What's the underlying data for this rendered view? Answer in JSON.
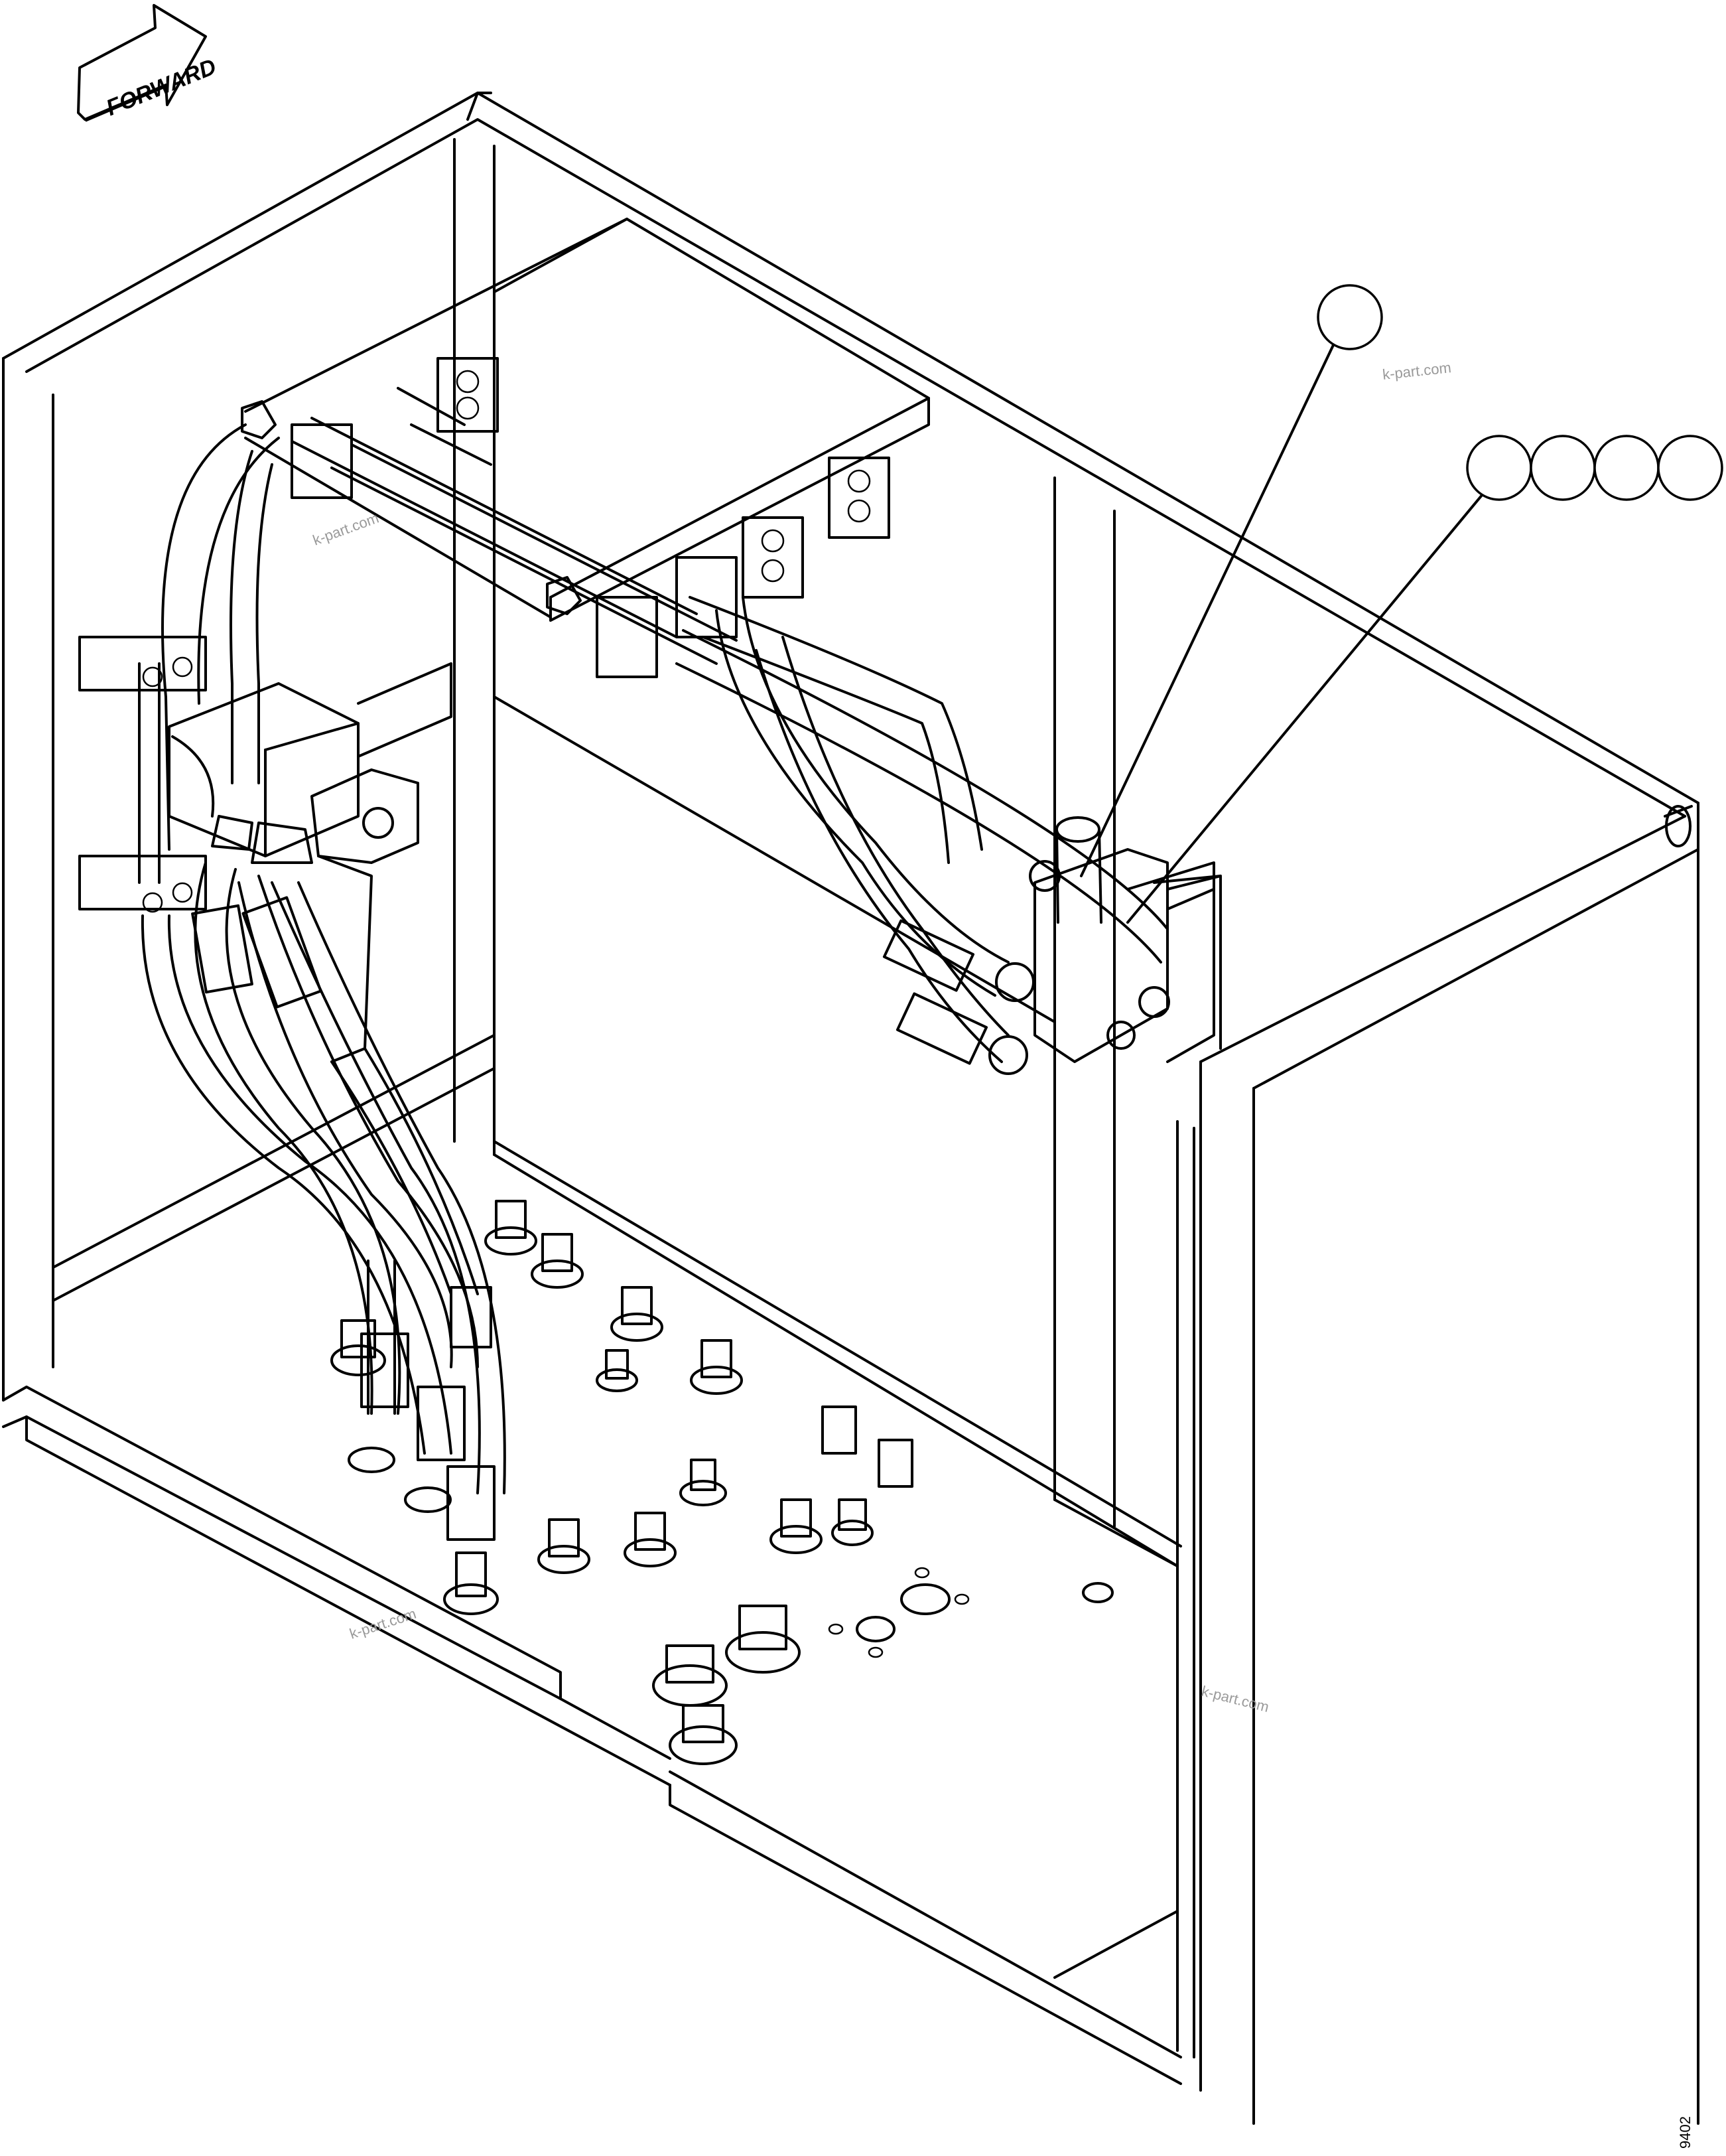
{
  "diagram": {
    "forward_label": "FORWARD",
    "watermark": "k-part.com",
    "drawing_number": "9402",
    "callouts": [
      {
        "id": "single",
        "label": ""
      },
      {
        "id": "group-1",
        "label": ""
      },
      {
        "id": "group-2",
        "label": ""
      },
      {
        "id": "group-3",
        "label": ""
      },
      {
        "id": "group-4",
        "label": ""
      }
    ],
    "colors": {
      "line": "#000000",
      "background": "#ffffff",
      "watermark": "#9a9a9a"
    }
  }
}
